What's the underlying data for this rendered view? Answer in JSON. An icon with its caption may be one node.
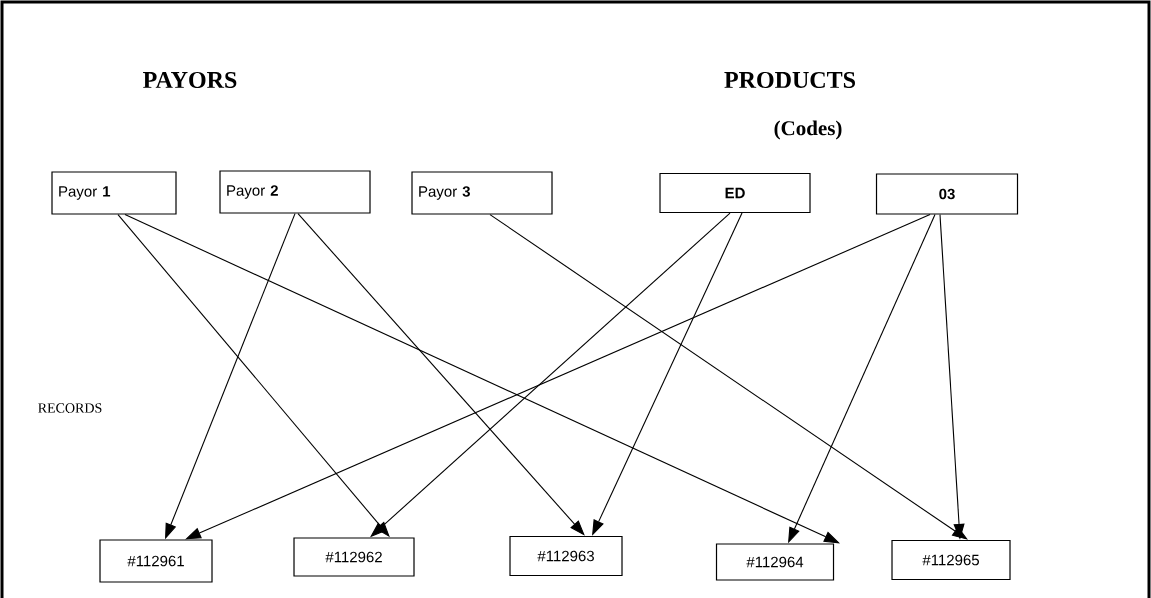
{
  "diagram": {
    "nodes": [
      {
        "text": [
          "Payor **1**"
        ]
      },
      {
        "text": [
          "Payor **2**"
        ]
      },
      {
        "text": [
          "Payor **3**"
        ]
      },
      {
        "text": [
          "ED"
        ]
      },
      {
        "text": [
          "03"
        ]
      },
      {
        "text": [
          "#112961"
        ]
      },
      {
        "text": [
          "#112962"
        ]
      },
      {
        "text": [
          "#112963"
        ]
      },
      {
        "text": [
          "#112964"
        ]
      },
      {
        "text": [
          "#112965"
        ]
      }
    ],
    "edges": [
      {
        "from": 0,
        "to": 6,
        "arrow": "to"
      },
      {
        "from": 0,
        "to": 8,
        "arrow": "to"
      },
      {
        "from": 1,
        "to": 5,
        "arrow": "to"
      },
      {
        "from": 1,
        "to": 7,
        "arrow": "to"
      },
      {
        "from": 2,
        "to": 9,
        "arrow": "to"
      },
      {
        "from": 3,
        "to": 6,
        "arrow": "to"
      },
      {
        "from": 3,
        "to": 7,
        "arrow": "to"
      },
      {
        "from": 4,
        "to": 5,
        "arrow": "to"
      },
      {
        "from": 4,
        "to": 8,
        "arrow": "to"
      },
      {
        "from": 4,
        "to": 9,
        "arrow": "to"
      }
    ],
    "labels": [
      "PAYORS",
      "PRODUCTS",
      "(Codes)",
      "RECORDS"
    ]
  }
}
